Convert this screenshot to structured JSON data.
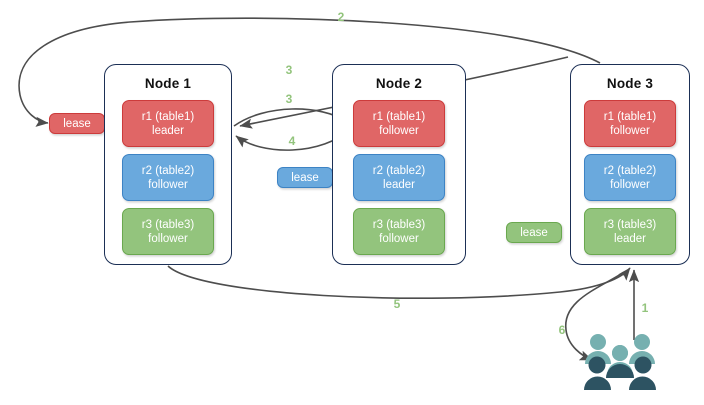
{
  "diagram": {
    "title": "raft-lease-node-diagram",
    "colors": {
      "red": "#e06666",
      "red_border": "#cc3b3b",
      "blue": "#6aa9dd",
      "blue_border": "#3d83c4",
      "green": "#93c47d",
      "green_border": "#6aa84f",
      "node_border": "#1b2f55",
      "arrow": "#4d4d4d",
      "label_green": "#93c47d",
      "people_light": "#76b0b0",
      "people_dark": "#2d5362"
    }
  },
  "nodes": [
    {
      "id": "node1",
      "title": "Node 1",
      "replicas": [
        {
          "name": "r1 (table1)",
          "role": "leader",
          "color": "red"
        },
        {
          "name": "r2 (table2)",
          "role": "follower",
          "color": "blue"
        },
        {
          "name": "r3 (table3)",
          "role": "follower",
          "color": "green"
        }
      ]
    },
    {
      "id": "node2",
      "title": "Node 2",
      "replicas": [
        {
          "name": "r1 (table1)",
          "role": "follower",
          "color": "red"
        },
        {
          "name": "r2 (table2)",
          "role": "leader",
          "color": "blue"
        },
        {
          "name": "r3 (table3)",
          "role": "follower",
          "color": "green"
        }
      ]
    },
    {
      "id": "node3",
      "title": "Node 3",
      "replicas": [
        {
          "name": "r1 (table1)",
          "role": "follower",
          "color": "red"
        },
        {
          "name": "r2 (table2)",
          "role": "follower",
          "color": "blue"
        },
        {
          "name": "r3 (table3)",
          "role": "leader",
          "color": "green"
        }
      ]
    }
  ],
  "leases": [
    {
      "id": "lease-red",
      "label": "lease",
      "color": "red"
    },
    {
      "id": "lease-blue",
      "label": "lease",
      "color": "blue"
    },
    {
      "id": "lease-green",
      "label": "lease",
      "color": "green"
    }
  ],
  "steps": [
    {
      "id": "step-1",
      "label": "1"
    },
    {
      "id": "step-2",
      "label": "2"
    },
    {
      "id": "step-3a",
      "label": "3"
    },
    {
      "id": "step-3b",
      "label": "3"
    },
    {
      "id": "step-4",
      "label": "4"
    },
    {
      "id": "step-5",
      "label": "5"
    },
    {
      "id": "step-6",
      "label": "6"
    }
  ],
  "actors": {
    "icon": "people-group-icon"
  }
}
